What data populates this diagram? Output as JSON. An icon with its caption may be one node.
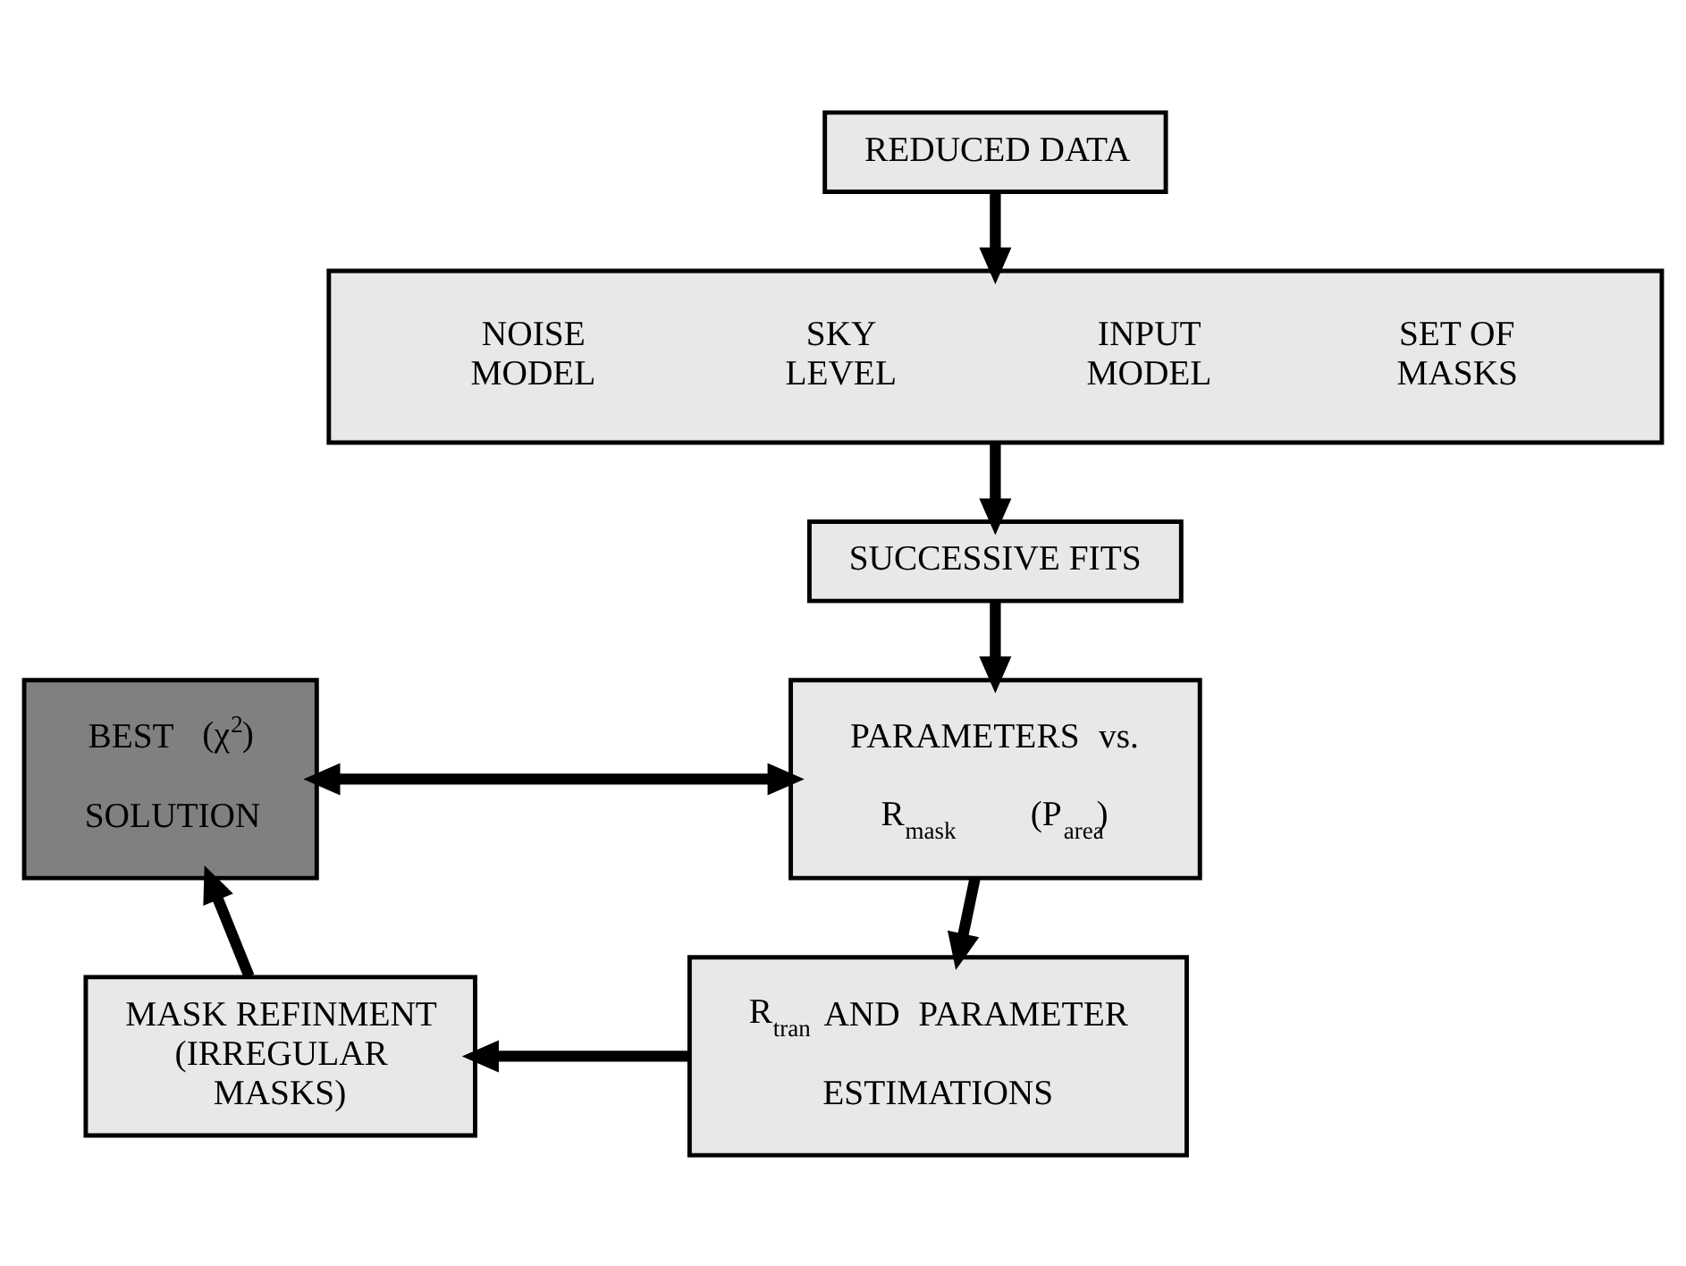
{
  "diagram": {
    "nodes": [
      {
        "text": [
          "REDUCED DATA"
        ]
      },
      {
        "text": [
          "NOISE MODEL",
          "SKY LEVEL",
          "INPUT MODEL",
          "SET OF MASKS"
        ]
      },
      {
        "text": [
          "SUCCESSIVE FITS"
        ]
      },
      {
        "text": [
          "PARAMETERS vs. R$_{mask}$ (P$_{area}$)"
        ]
      },
      {
        "text": [
          "BEST (χ$^{2}$) SOLUTION"
        ]
      },
      {
        "text": [
          "R$_{tran}$ AND PARAMETER ESTIMATIONS"
        ]
      },
      {
        "text": [
          "MASK REFINMENT (IRREGULAR MASKS)"
        ]
      }
    ],
    "edges": [
      {
        "from": 0,
        "to": 1,
        "arrow": "to"
      },
      {
        "from": 1,
        "to": 2,
        "arrow": "to"
      },
      {
        "from": 2,
        "to": 3,
        "arrow": "to"
      },
      {
        "from": 3,
        "to": 4,
        "arrow": "both"
      },
      {
        "from": 3,
        "to": 5,
        "arrow": "to"
      },
      {
        "from": 5,
        "to": 6,
        "arrow": "to"
      },
      {
        "from": 6,
        "to": 4,
        "arrow": "to"
      }
    ]
  }
}
